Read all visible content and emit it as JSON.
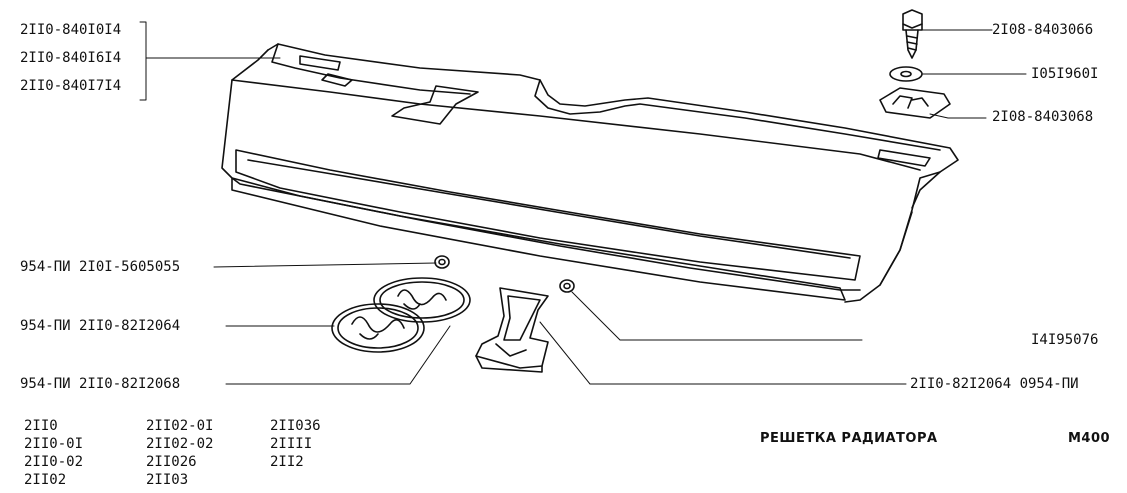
{
  "parts": {
    "upper_left_codes": [
      "2II0-840I0I4",
      "2II0-840I6I4",
      "2II0-840I7I4"
    ],
    "bolt": "2I08-8403066",
    "washer": "I05I960I",
    "clip": "2I08-8403068",
    "nut_left": "954-ПИ 2I0I-5605055",
    "emblem": "954-ПИ 2II0-82I2064",
    "emblem_base": "954-ПИ 2II0-82I2068",
    "nut_right": "I4I95076",
    "bracket": "2II0-82I2064 0954-ПИ"
  },
  "models": {
    "col1": [
      "2II0",
      "2II0-0I",
      "2II0-02",
      "2II02"
    ],
    "col2": [
      "2II02-0I",
      "2II02-02",
      "2II026",
      "2II03"
    ],
    "col3": [
      "2II036",
      "2IIII",
      "2II2"
    ]
  },
  "title": "РЕШЕТКА РАДИАТОРА",
  "code": "M400"
}
